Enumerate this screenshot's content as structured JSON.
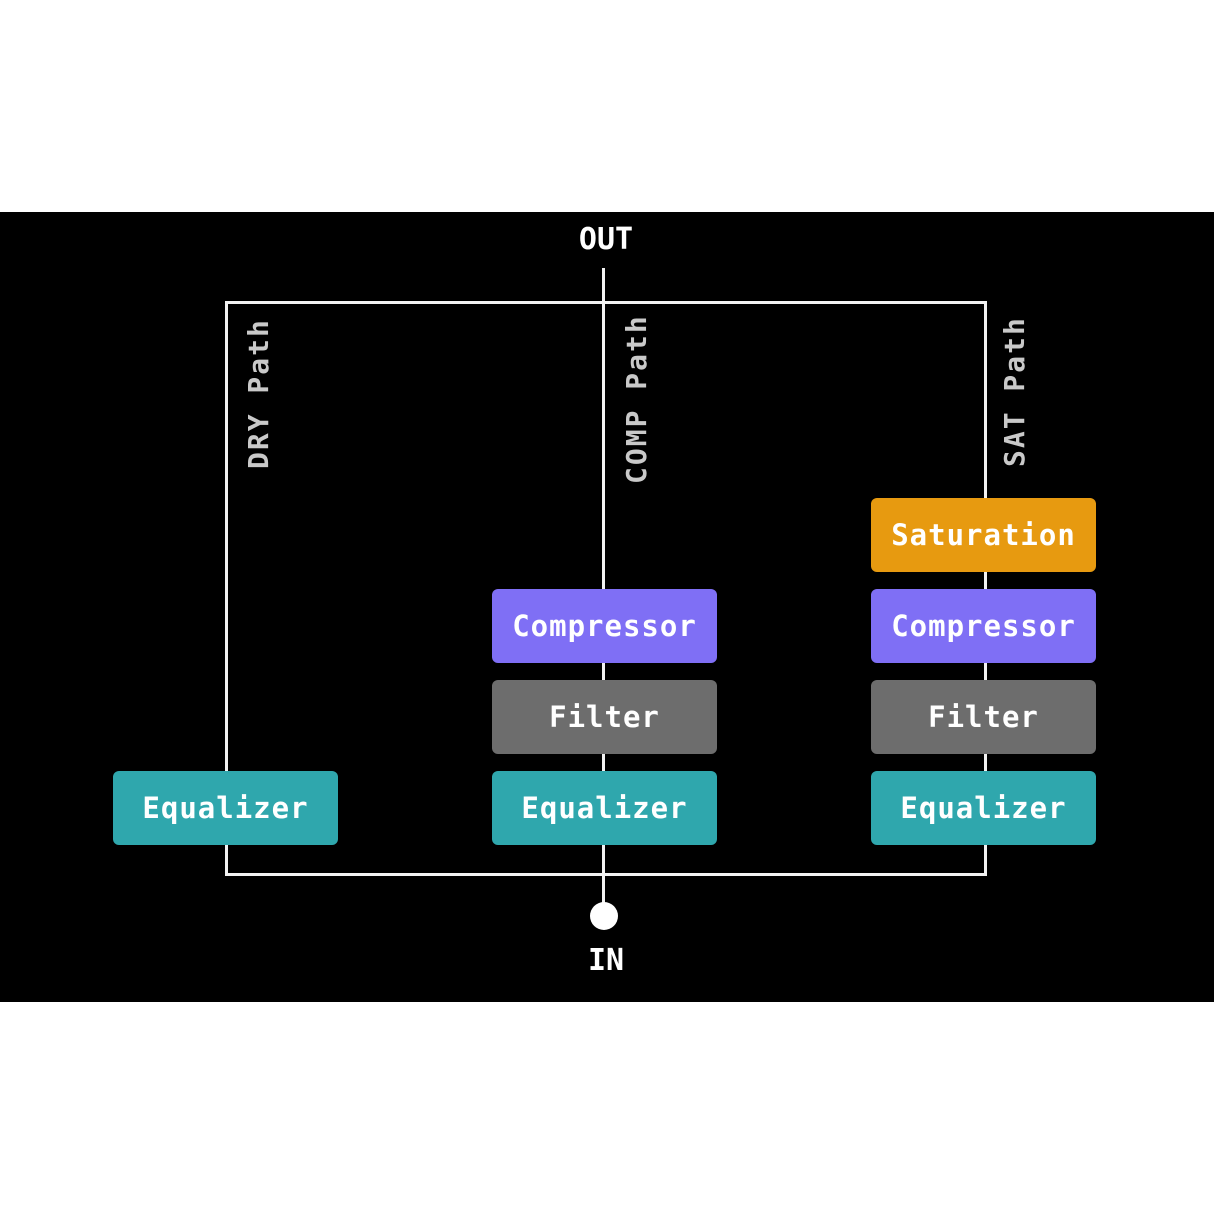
{
  "io": {
    "out_label": "OUT",
    "in_label": "IN"
  },
  "paths": [
    {
      "label": "DRY Path",
      "blocks": [
        {
          "label": "Equalizer",
          "color": "#2fa7ad"
        }
      ]
    },
    {
      "label": "COMP Path",
      "blocks": [
        {
          "label": "Compressor",
          "color": "#7f6ff5"
        },
        {
          "label": "Filter",
          "color": "#6d6d6d"
        },
        {
          "label": "Equalizer",
          "color": "#2fa7ad"
        }
      ]
    },
    {
      "label": "SAT Path",
      "blocks": [
        {
          "label": "Saturation",
          "color": "#e79a10"
        },
        {
          "label": "Compressor",
          "color": "#7f6ff5"
        },
        {
          "label": "Filter",
          "color": "#6d6d6d"
        },
        {
          "label": "Equalizer",
          "color": "#2fa7ad"
        }
      ]
    }
  ],
  "colors": {
    "background": "#000000",
    "wire": "#f2f2f2",
    "path_label": "#c9c9c9"
  }
}
